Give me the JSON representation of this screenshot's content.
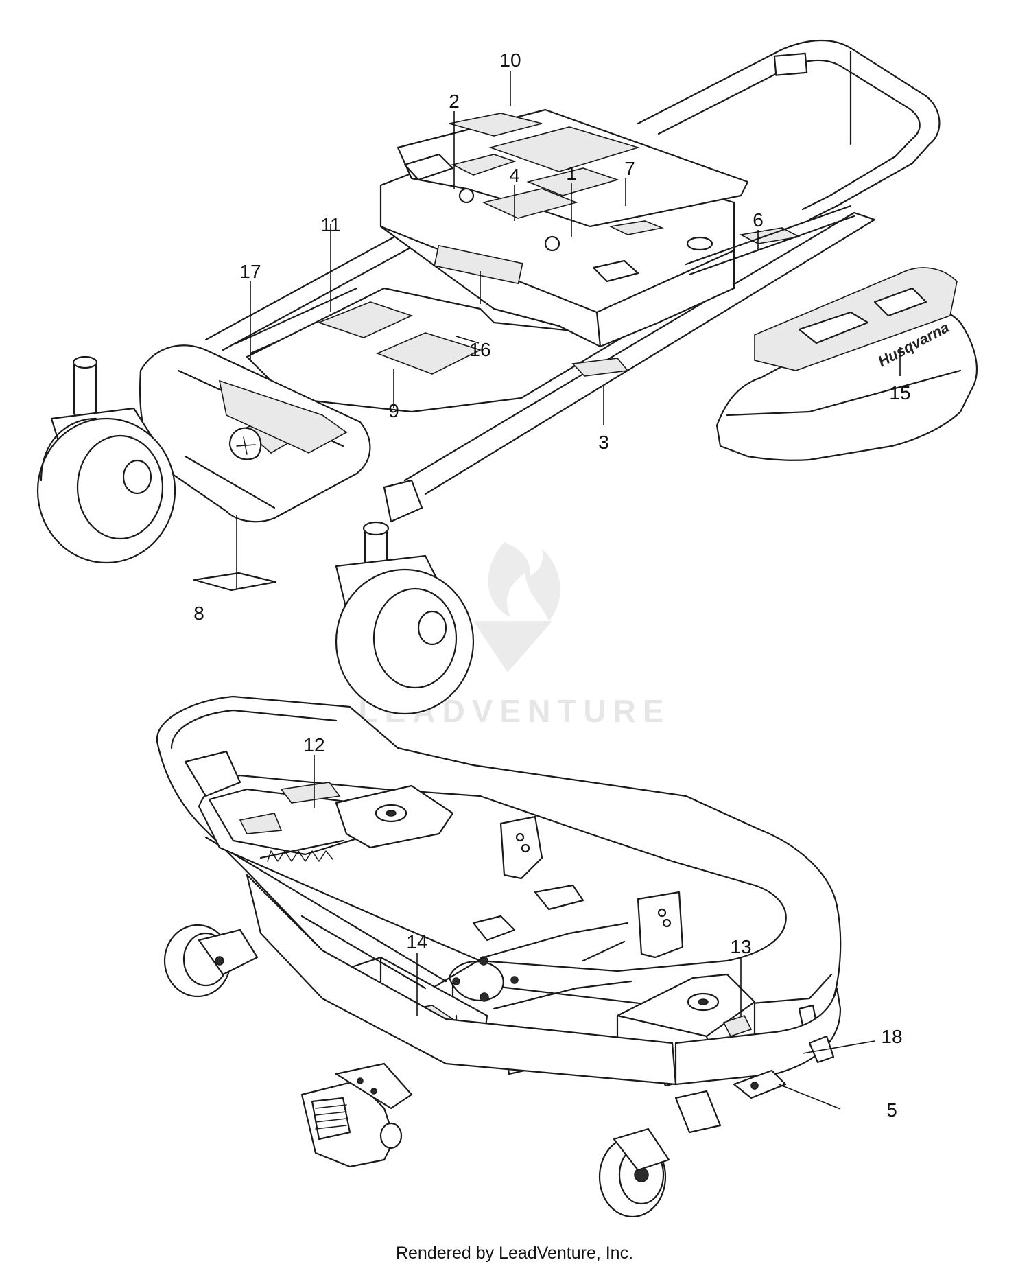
{
  "brand_text": "Husqvarna",
  "watermark": "LEADVENTURE",
  "footer": "Rendered by LeadVenture, Inc.",
  "callouts": [
    "1",
    "2",
    "3",
    "4",
    "5",
    "6",
    "7",
    "8",
    "9",
    "10",
    "11",
    "12",
    "13",
    "14",
    "15",
    "16",
    "17",
    "18"
  ]
}
